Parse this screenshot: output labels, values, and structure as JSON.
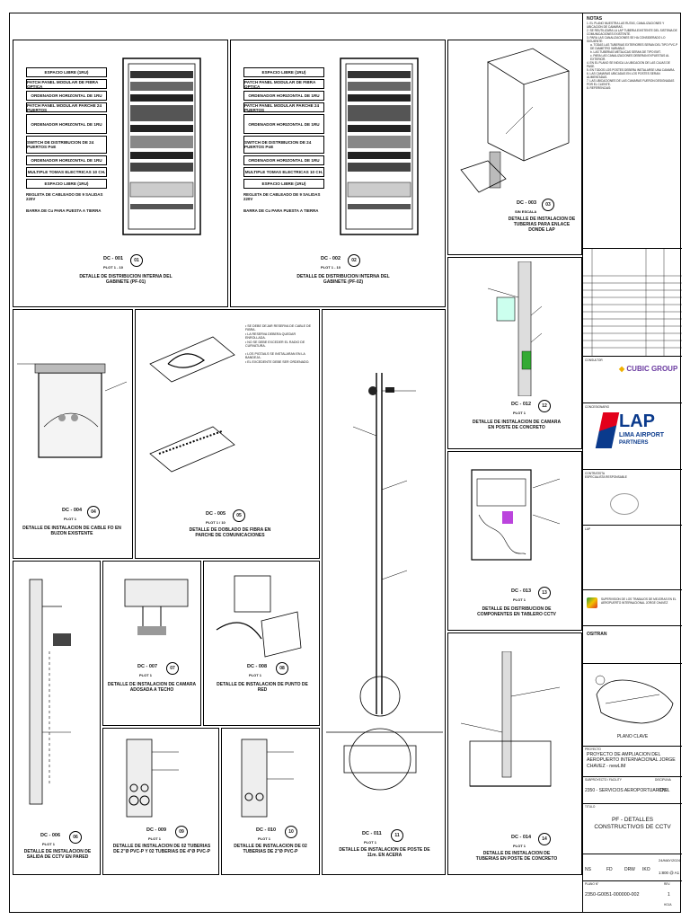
{
  "rack_a": {
    "rows": [
      "ESPACIO LIBRE (1RU)",
      "PATCH PANEL MODULAR DE FIBRA OPTICA",
      "ORDENADOR HORIZONTAL DE 1RU",
      "PATCH PANEL MODULAR PARCHE 24 PUERTOS",
      "ORDENADOR HORIZONTAL DE 1RU",
      "SWITCH DE DISTRIBUCION DE 24 PUERTOS PoE",
      "ORDENADOR HORIZONTAL DE 1RU",
      "MULTIPLE TOMAS ELECTRICAS 10 CH.",
      "ESPACIO LIBRE (1RU)",
      "REGLETA DE CABLEADO DE 9 SALIDAS 220V",
      "BARRA DE Cu PARA PUESTA A TIERRA"
    ],
    "code": "DC - 001",
    "scale": "PLOT 1 - 10",
    "caption": "DETALLE DE DISTRIBUCION INTERNA DEL GABINETE (PF-01)"
  },
  "rack_b": {
    "rows": [
      "ESPACIO LIBRE (1RU)",
      "PATCH PANEL MODULAR DE FIBRA OPTICA",
      "ORDENADOR HORIZONTAL DE 1RU",
      "PATCH PANEL MODULAR PARCHE 24 PUERTOS",
      "ORDENADOR HORIZONTAL DE 1RU",
      "SWITCH DE DISTRIBUCION DE 24 PUERTOS PoE",
      "ORDENADOR HORIZONTAL DE 1RU",
      "MULTIPLE TOMAS ELECTRICAS 10 CH.",
      "ESPACIO LIBRE (1RU)",
      "REGLETA DE CABLEADO DE 9 SALIDAS 220V",
      "BARRA DE Cu PARA PUESTA A TIERRA"
    ],
    "code": "DC - 002",
    "scale": "PLOT 1 - 10",
    "caption": "DETALLE DE DISTRIBUCION INTERNA DEL GABINETE (PF-02)"
  },
  "notes": {
    "title": "NOTAS",
    "items": [
      "1. EL PLANO MUESTRA LAS RUTAS, CANALIZACIONES Y UBICACION DE CAMARAS.",
      "2. SE REUTILIZARA LA LAP TUBERIA EXISTENTE DEL SISTEMA DE COMUNICACIONES EXISTENTE.",
      "3. PARA LAS CANALIZACIONES SE HA CONSIDERADO LO SIGUIENTE:",
      "a. TODAS LAS TUBERIAS EXTERIORES SERAN DEL TIPO PVC-P DE DIAMETRO VARIABLE.",
      "b. LAS TUBERIAS METALICAS SERAN DE TIPO EMT.",
      "c. PARA LAS CANALIZACIONES DEBERAN EXPUESTAS AL EXTERIOR.",
      "4. EN EL PLANO SE INDICA LA UBICACION DE LAS CAJAS DE PASE.",
      "5. EN TODOS LOS POSTES DEBERA INSTALARSE UNA CAMARA.",
      "6. LAS CAMARAS UBICADAS EN LOS POSTES SERAN ALIMENTADAS.",
      "7. LAS UBICACIONES DE LAS CAMARAS FUERON DESIGNADAS POR EL CLIENTE.",
      "8. REFERENCIAS:"
    ]
  },
  "details": {
    "dc003": {
      "code": "DC - 003",
      "scale": "SIN ESCALA",
      "caption": "DETALLE DE INSTALACION DE TUBERIAS PARA ENLACE DONDE LAP"
    },
    "dc004": {
      "code": "DC - 004",
      "scale": "PLOT 1",
      "caption": "DETALLE DE INSTALACION DE CABLE FO EN BUZON EXISTENTE"
    },
    "dc005": {
      "code": "DC - 005",
      "scale": "PLOT 1 / 10",
      "caption": "DETALLE DE DOBLADO DE FIBRA EN PARCHE DE COMUNICACIONES"
    },
    "dc006": {
      "code": "DC - 006",
      "scale": "PLOT 1",
      "caption": "DETALLE DE INSTALACION DE SALIDA DE CCTV EN PARED"
    },
    "dc007": {
      "code": "DC - 007",
      "scale": "PLOT 1",
      "caption": "DETALLE DE INSTALACION DE CAMARA ADOSADA A TECHO"
    },
    "dc008": {
      "code": "DC - 008",
      "scale": "PLOT 1",
      "caption": "DETALLE DE INSTALACION DE PUNTO DE RED"
    },
    "dc009": {
      "code": "DC - 009",
      "scale": "PLOT 1",
      "caption": "DETALLE DE INSTALACION DE 02 TUBERIAS DE 2\"Ø PVC-P Y 02 TUBERIAS DE 4\"Ø PVC-P"
    },
    "dc010": {
      "code": "DC - 010",
      "scale": "PLOT 1",
      "caption": "DETALLE DE INSTALACION DE 02 TUBERIAS DE 2\"Ø PVC-P"
    },
    "dc011": {
      "code": "DC - 011",
      "scale": "PLOT 1",
      "caption": "DETALLE DE INSTALACION DE POSTE DE 11m. EN ACERA"
    },
    "dc012": {
      "code": "DC - 012",
      "scale": "PLOT 1",
      "caption": "DETALLE DE INSTALACION DE CAMARA EN POSTE DE CONCRETO"
    },
    "dc013": {
      "code": "DC - 013",
      "scale": "PLOT 1",
      "caption": "DETALLE DE DISTRIBUCION DE COMPONENTES EN TABLERO CCTV"
    },
    "dc014": {
      "code": "DC - 014",
      "scale": "PLOT 1",
      "caption": "DETALLE DE INSTALACION DE TUBERIAS EN POSTE DE CONCRETO"
    }
  },
  "title_block": {
    "consultor_label": "CONSULTOR",
    "cubic_logo": "CUBIC GROUP",
    "concesionario_label": "CONCESIONARIO",
    "lap_logo_big": "LAP",
    "lap_logo_sub": "LIMA AIRPORT",
    "lap_logo_partners": "PARTNERS",
    "contratista_label": "CONTRATISTA",
    "especialista_label": "ESPECIALISTA RESPONSABLE",
    "lap_label": "LAP",
    "supervision_text": "SUPERVISION DE LOS TRABAJOS DE MEJORAS EN EL AEROPUERTO INTERNACIONAL JORGE CHAVEZ",
    "ositran": "OSITRAN",
    "plano_clave": "PLANO CLAVE",
    "proyecto_label": "PROYECTO",
    "proyecto": "PROYECTO DE AMPLIACION DEL AEROPUERTO INTERNACIONAL JORGE CHAVEZ - newLIM",
    "subproyecto_label": "SUBPROYECTO / FACILITY",
    "subproyecto": "2350 - SERVICIOS AEROPORTUARIOS",
    "disciplina_label": "DISCIPLINA",
    "disciplina": "CIVIL",
    "titulo_label": "TITULO",
    "titulo": "PF - DETALLES CONSTRUCTIVOS DE CCTV",
    "diseno": "NS",
    "dibujo": "FD",
    "reviso": "DRW",
    "aprobo": "IKO",
    "fecha": "24/MAY/2024",
    "escala": "1:800 @ A1",
    "plano_num_label": "PLANO N°",
    "plano_num": "2350-G0051-000000-002",
    "rev_label": "REV.",
    "rev": "1",
    "hoja": "HOJA"
  }
}
